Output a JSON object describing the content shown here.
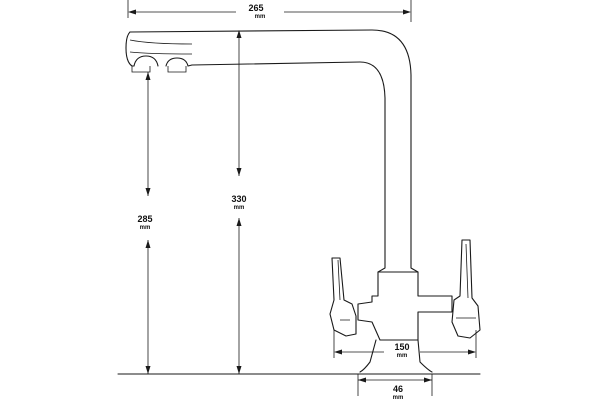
{
  "dimensions": {
    "spout_reach": {
      "value": "265",
      "unit": "mm"
    },
    "total_height": {
      "value": "330",
      "unit": "mm"
    },
    "spout_height": {
      "value": "285",
      "unit": "mm"
    },
    "handle_span": {
      "value": "150",
      "unit": "mm"
    },
    "base_diameter": {
      "value": "46",
      "unit": "mm"
    }
  }
}
